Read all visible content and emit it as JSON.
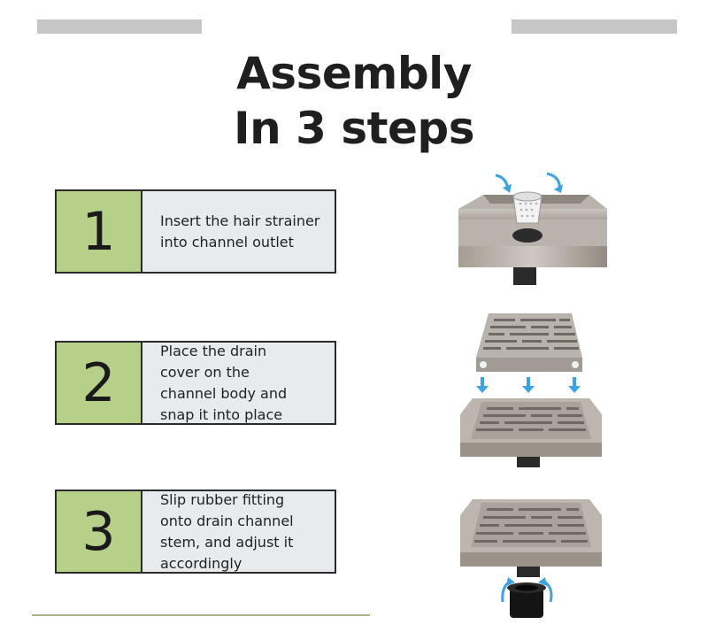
{
  "title": {
    "line1": "Assembly",
    "line2": "In 3 steps"
  },
  "steps": [
    {
      "number": "1",
      "text": "Insert the hair strainer\ninto channel outlet"
    },
    {
      "number": "2",
      "text": "Place the drain\ncover on the\nchannel body and\nsnap it into place"
    },
    {
      "number": "3",
      "text": "Slip rubber fitting\nonto drain channel\nstem, and adjust it\naccordingly"
    }
  ],
  "colors": {
    "step_number_bg": "#b6d08a",
    "step_text_bg": "#e8ebee",
    "arrow": "#3ea3e0",
    "top_bars": "#c6c6c6",
    "bottom_line": "#a7b48a"
  },
  "icons": {
    "strainer": "hair-strainer-icon",
    "drain_body": "drain-channel-body-icon",
    "drain_cover": "drain-cover-icon",
    "rubber_fitting": "rubber-fitting-icon",
    "arrows": "blue-arrow-icon"
  }
}
